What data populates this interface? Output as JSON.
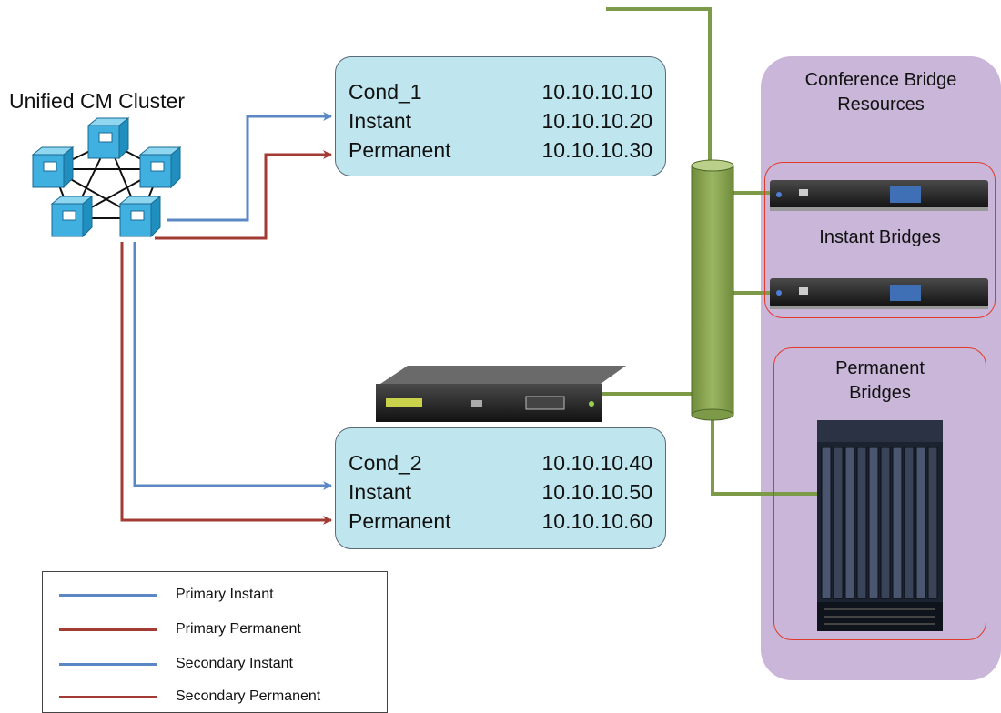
{
  "cluster": {
    "title": "Unified CM Cluster",
    "icon": "cluster-switch-icon"
  },
  "conductors": [
    {
      "rows": [
        {
          "name": "Cond_1",
          "ip": "10.10.10.10"
        },
        {
          "name": "Instant",
          "ip": "10.10.10.20"
        },
        {
          "name": "Permanent",
          "ip": "10.10.10.30"
        }
      ]
    },
    {
      "rows": [
        {
          "name": "Cond_2",
          "ip": "10.10.10.40"
        },
        {
          "name": "Instant",
          "ip": "10.10.10.50"
        },
        {
          "name": "Permanent",
          "ip": "10.10.10.60"
        }
      ]
    }
  ],
  "resources": {
    "title_line1": "Conference Bridge",
    "title_line2": "Resources",
    "instant_label": "Instant Bridges",
    "permanent_line1": "Permanent",
    "permanent_line2": "Bridges"
  },
  "legend": [
    {
      "label": "Primary Instant",
      "color": "#5b87c4"
    },
    {
      "label": "Primary Permanent",
      "color": "#a23b33"
    },
    {
      "label": "Secondary Instant",
      "color": "#5b87c4"
    },
    {
      "label": "Secondary Permanent",
      "color": "#a23b33"
    }
  ],
  "colors": {
    "instant": "#5b87c4",
    "permanent": "#a23b33",
    "network": "#7d9a48",
    "conductor_fill": "#bfe6ee",
    "panel_fill": "#c9b6d9",
    "group_border": "#e23a2a"
  }
}
